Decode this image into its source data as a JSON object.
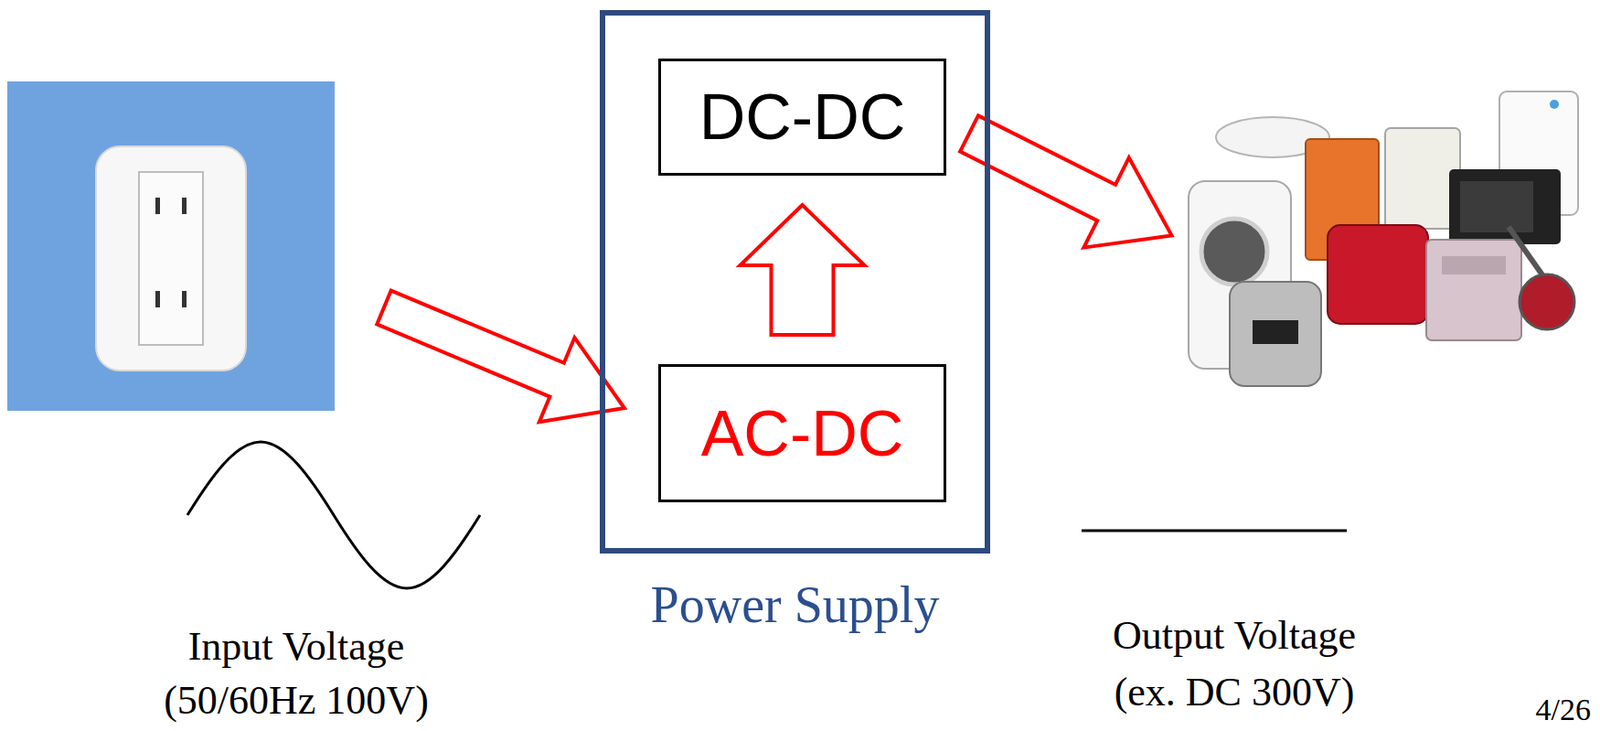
{
  "diagram": {
    "nodes": [
      {
        "text": [
          "Power Supply"
        ]
      },
      {
        "text": [
          "DC-DC"
        ],
        "in": 0
      },
      {
        "text": [
          "AC-DC"
        ],
        "in": 0
      }
    ],
    "edges": [
      {
        "from": 2,
        "to": 1,
        "arrow": "to"
      }
    ],
    "labels": [
      "Input Voltage",
      "(50/60Hz 100V)",
      "Output Voltage",
      "(ex. DC 300V)",
      "4/26"
    ]
  }
}
